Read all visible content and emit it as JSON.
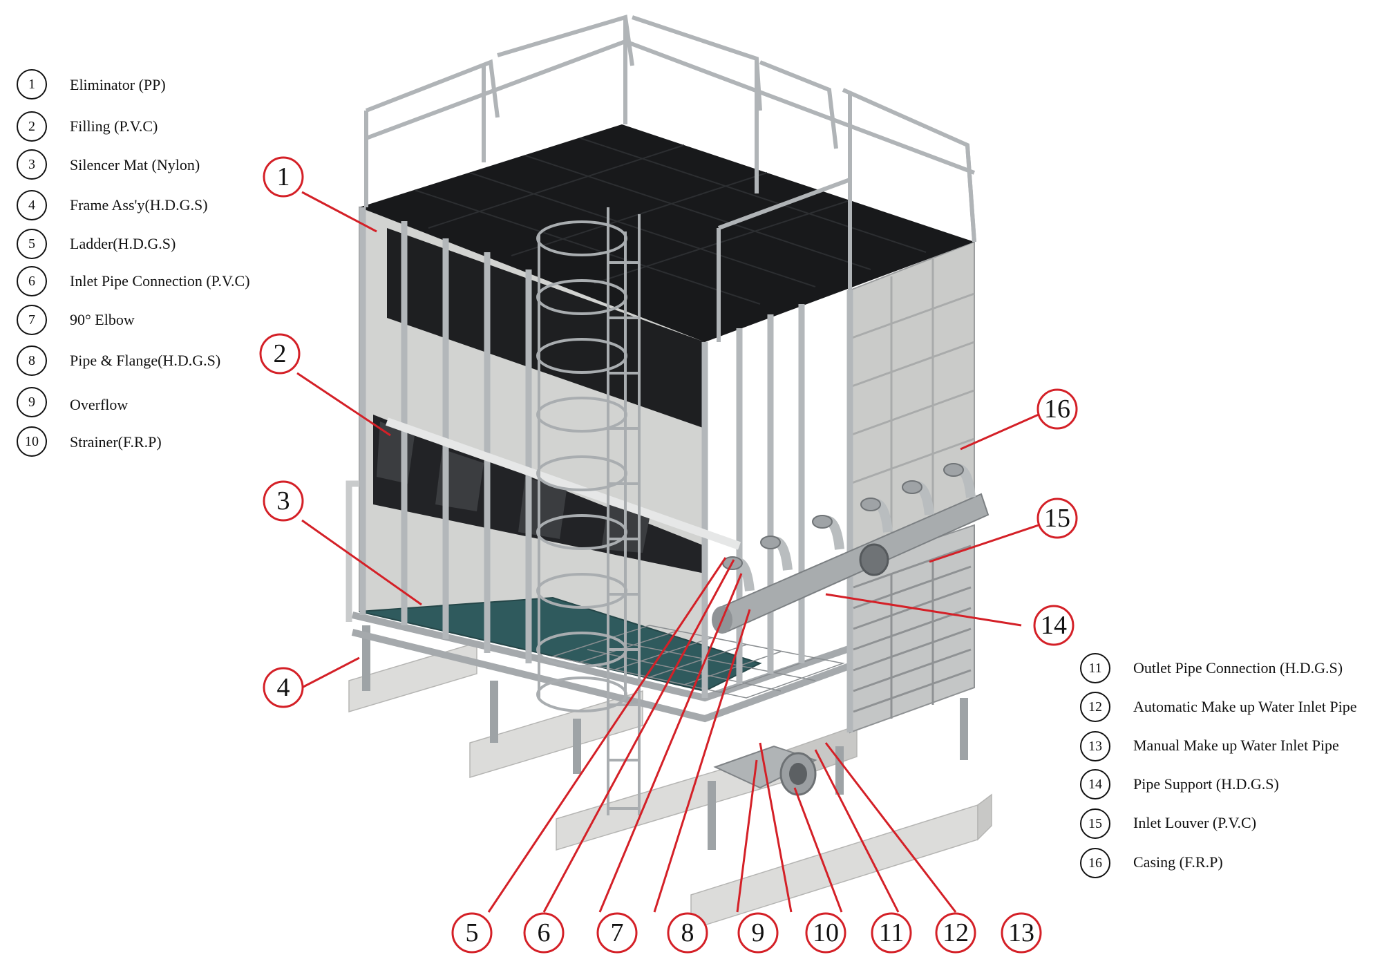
{
  "legend_left": [
    {
      "num": "1",
      "label": "Eliminator (PP)"
    },
    {
      "num": "2",
      "label": "Filling (P.V.C)"
    },
    {
      "num": "3",
      "label": "Silencer Mat (Nylon)"
    },
    {
      "num": "4",
      "label": "Frame Ass'y(H.D.G.S)"
    },
    {
      "num": "5",
      "label": "Ladder(H.D.G.S)"
    },
    {
      "num": "6",
      "label": "Inlet Pipe Connection (P.V.C)"
    },
    {
      "num": "7",
      "label": "90° Elbow"
    },
    {
      "num": "8",
      "label": "Pipe & Flange(H.D.G.S)"
    },
    {
      "num": "9",
      "label": "Overflow"
    },
    {
      "num": "10",
      "label": "Strainer(F.R.P)"
    }
  ],
  "legend_right": [
    {
      "num": "11",
      "label": "Outlet Pipe Connection (H.D.G.S)"
    },
    {
      "num": "12",
      "label": "Automatic Make up Water Inlet Pipe"
    },
    {
      "num": "13",
      "label": "Manual Make up Water Inlet Pipe"
    },
    {
      "num": "14",
      "label": "Pipe Support (H.D.G.S)"
    },
    {
      "num": "15",
      "label": "Inlet Louver (P.V.C)"
    },
    {
      "num": "16",
      "label": "Casing (F.R.P)"
    }
  ],
  "callouts": [
    "1",
    "2",
    "3",
    "4",
    "5",
    "6",
    "7",
    "8",
    "9",
    "10",
    "11",
    "12",
    "13",
    "14",
    "15",
    "16"
  ],
  "colors": {
    "callout_red": "#d42027",
    "frame_metal": "#b9bdc0",
    "fill_dark": "#1c1d1f",
    "casing_panel": "#cfd0ce",
    "basin_teal": "#2f5a5d",
    "concrete": "#d7d7d5"
  }
}
